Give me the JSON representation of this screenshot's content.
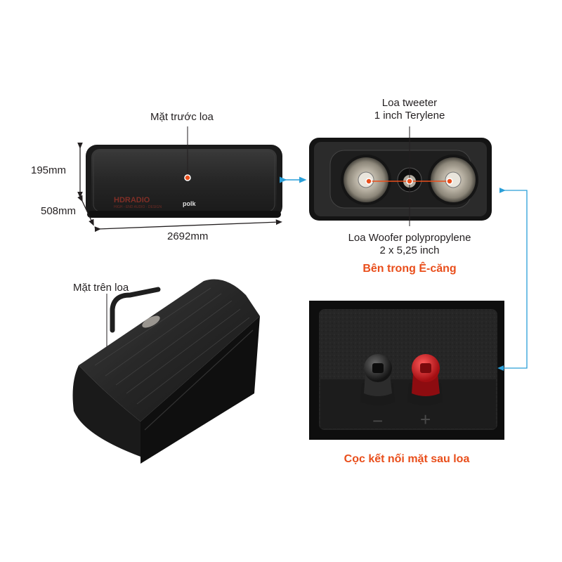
{
  "colors": {
    "accent": "#e94e1b",
    "arrow": "#2a9fd8",
    "cabinet": "#1c1c1c"
  },
  "front": {
    "label": "Mặt trước loa",
    "height": "195mm",
    "depth": "508mm",
    "width": "2692mm",
    "watermark_brand": "HDRADIO",
    "watermark_tagline": "HIGH - END AUDIO · DESIGN",
    "logo": "polk"
  },
  "inside": {
    "tweeter_line1": "Loa tweeter",
    "tweeter_line2": "1 inch Terylene",
    "woofer_line1": "Loa Woofer polypropylene",
    "woofer_line2": "2 x 5,25 inch",
    "caption": "Bên trong Ê-căng"
  },
  "top": {
    "label": "Mặt trên loa"
  },
  "rear": {
    "caption": "Cọc kết nối mặt sau loa",
    "minus": "−",
    "plus": "+"
  }
}
